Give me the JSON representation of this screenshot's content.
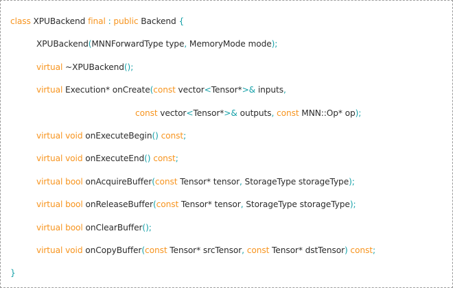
{
  "colors": {
    "keyword": "#f7941e",
    "punctuation": "#14a0a8",
    "identifier": "#2b2b2b",
    "background": "#ffffff",
    "border": "#9a9a9a"
  },
  "code": {
    "language": "cpp",
    "full_text": "class XPUBackend final : public Backend {\n\n    XPUBackend(MNNForwardType type, MemoryMode mode);\n\n    virtual ~XPUBackend();\n\n    virtual Execution* onCreate(const vector<Tensor*>& inputs,\n                        const vector<Tensor*>& outputs, const MNN::Op* op);\n\n    virtual void onExecuteBegin() const;\n\n    virtual void onExecuteEnd() const;\n\n    virtual bool onAcquireBuffer(const Tensor* tensor, StorageType storageType);\n\n    virtual bool onReleaseBuffer(const Tensor* tensor, StorageType storageType);\n\n    virtual bool onClearBuffer();\n\n    virtual void onCopyBuffer(const Tensor* srcTensor, const Tensor* dstTensor) const;\n\n}",
    "lines": [
      {
        "indent": 0,
        "tokens": [
          {
            "t": "class",
            "c": "kw"
          },
          {
            "t": " ",
            "c": "id"
          },
          {
            "t": "XPUBackend",
            "c": "id"
          },
          {
            "t": " ",
            "c": "id"
          },
          {
            "t": "final",
            "c": "kw"
          },
          {
            "t": " ",
            "c": "id"
          },
          {
            "t": ":",
            "c": "punc"
          },
          {
            "t": " ",
            "c": "id"
          },
          {
            "t": "public",
            "c": "kw"
          },
          {
            "t": " ",
            "c": "id"
          },
          {
            "t": "Backend",
            "c": "id"
          },
          {
            "t": " ",
            "c": "id"
          },
          {
            "t": "{",
            "c": "punc"
          }
        ]
      },
      {
        "indent": 1,
        "tokens": [
          {
            "t": "XPUBackend",
            "c": "id"
          },
          {
            "t": "(",
            "c": "punc"
          },
          {
            "t": "MNNForwardType type",
            "c": "id"
          },
          {
            "t": ",",
            "c": "punc"
          },
          {
            "t": " MemoryMode mode",
            "c": "id"
          },
          {
            "t": ")",
            "c": "punc"
          },
          {
            "t": ";",
            "c": "punc"
          }
        ]
      },
      {
        "indent": 1,
        "tokens": [
          {
            "t": "virtual",
            "c": "kw"
          },
          {
            "t": " ~XPUBackend",
            "c": "id"
          },
          {
            "t": "()",
            "c": "punc"
          },
          {
            "t": ";",
            "c": "punc"
          }
        ]
      },
      {
        "indent": 1,
        "tokens": [
          {
            "t": "virtual",
            "c": "kw"
          },
          {
            "t": " Execution* onCreate",
            "c": "id"
          },
          {
            "t": "(",
            "c": "punc"
          },
          {
            "t": "const",
            "c": "kw"
          },
          {
            "t": " vector",
            "c": "id"
          },
          {
            "t": "<",
            "c": "punc"
          },
          {
            "t": "Tensor*",
            "c": "id"
          },
          {
            "t": ">&",
            "c": "punc"
          },
          {
            "t": " inputs",
            "c": "id"
          },
          {
            "t": ",",
            "c": "punc"
          }
        ]
      },
      {
        "indent": 2,
        "tokens": [
          {
            "t": "const",
            "c": "kw"
          },
          {
            "t": " vector",
            "c": "id"
          },
          {
            "t": "<",
            "c": "punc"
          },
          {
            "t": "Tensor*",
            "c": "id"
          },
          {
            "t": ">&",
            "c": "punc"
          },
          {
            "t": " outputs",
            "c": "id"
          },
          {
            "t": ",",
            "c": "punc"
          },
          {
            "t": " ",
            "c": "id"
          },
          {
            "t": "const",
            "c": "kw"
          },
          {
            "t": " MNN::Op* op",
            "c": "id"
          },
          {
            "t": ")",
            "c": "punc"
          },
          {
            "t": ";",
            "c": "punc"
          }
        ]
      },
      {
        "indent": 1,
        "tokens": [
          {
            "t": "virtual",
            "c": "kw"
          },
          {
            "t": " ",
            "c": "id"
          },
          {
            "t": "void",
            "c": "kw"
          },
          {
            "t": " onExecuteBegin",
            "c": "id"
          },
          {
            "t": "()",
            "c": "punc"
          },
          {
            "t": " ",
            "c": "id"
          },
          {
            "t": "const",
            "c": "kw"
          },
          {
            "t": ";",
            "c": "punc"
          }
        ]
      },
      {
        "indent": 1,
        "tokens": [
          {
            "t": "virtual",
            "c": "kw"
          },
          {
            "t": " ",
            "c": "id"
          },
          {
            "t": "void",
            "c": "kw"
          },
          {
            "t": " onExecuteEnd",
            "c": "id"
          },
          {
            "t": "()",
            "c": "punc"
          },
          {
            "t": " ",
            "c": "id"
          },
          {
            "t": "const",
            "c": "kw"
          },
          {
            "t": ";",
            "c": "punc"
          }
        ]
      },
      {
        "indent": 1,
        "tokens": [
          {
            "t": "virtual",
            "c": "kw"
          },
          {
            "t": " ",
            "c": "id"
          },
          {
            "t": "bool",
            "c": "kw"
          },
          {
            "t": " onAcquireBuffer",
            "c": "id"
          },
          {
            "t": "(",
            "c": "punc"
          },
          {
            "t": "const",
            "c": "kw"
          },
          {
            "t": " Tensor* tensor",
            "c": "id"
          },
          {
            "t": ",",
            "c": "punc"
          },
          {
            "t": " StorageType storageType",
            "c": "id"
          },
          {
            "t": ")",
            "c": "punc"
          },
          {
            "t": ";",
            "c": "punc"
          }
        ]
      },
      {
        "indent": 1,
        "tokens": [
          {
            "t": "virtual",
            "c": "kw"
          },
          {
            "t": " ",
            "c": "id"
          },
          {
            "t": "bool",
            "c": "kw"
          },
          {
            "t": " onReleaseBuffer",
            "c": "id"
          },
          {
            "t": "(",
            "c": "punc"
          },
          {
            "t": "const",
            "c": "kw"
          },
          {
            "t": " Tensor* tensor",
            "c": "id"
          },
          {
            "t": ",",
            "c": "punc"
          },
          {
            "t": " StorageType storageType",
            "c": "id"
          },
          {
            "t": ")",
            "c": "punc"
          },
          {
            "t": ";",
            "c": "punc"
          }
        ]
      },
      {
        "indent": 1,
        "tokens": [
          {
            "t": "virtual",
            "c": "kw"
          },
          {
            "t": " ",
            "c": "id"
          },
          {
            "t": "bool",
            "c": "kw"
          },
          {
            "t": " onClearBuffer",
            "c": "id"
          },
          {
            "t": "()",
            "c": "punc"
          },
          {
            "t": ";",
            "c": "punc"
          }
        ]
      },
      {
        "indent": 1,
        "tokens": [
          {
            "t": "virtual",
            "c": "kw"
          },
          {
            "t": " ",
            "c": "id"
          },
          {
            "t": "void",
            "c": "kw"
          },
          {
            "t": " onCopyBuffer",
            "c": "id"
          },
          {
            "t": "(",
            "c": "punc"
          },
          {
            "t": "const",
            "c": "kw"
          },
          {
            "t": " Tensor* srcTensor",
            "c": "id"
          },
          {
            "t": ",",
            "c": "punc"
          },
          {
            "t": " ",
            "c": "id"
          },
          {
            "t": "const",
            "c": "kw"
          },
          {
            "t": " Tensor* dstTensor",
            "c": "id"
          },
          {
            "t": ")",
            "c": "punc"
          },
          {
            "t": " ",
            "c": "id"
          },
          {
            "t": "const",
            "c": "kw"
          },
          {
            "t": ";",
            "c": "punc"
          }
        ]
      },
      {
        "indent": 0,
        "tokens": [
          {
            "t": "}",
            "c": "punc"
          }
        ]
      }
    ]
  }
}
